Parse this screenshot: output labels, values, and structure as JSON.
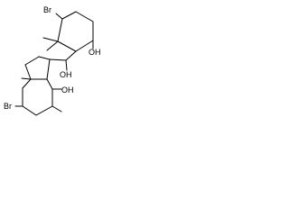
{
  "molecule": {
    "labels": {
      "br_top": "Br",
      "oh_ring": "OH",
      "oh_linker": "OH",
      "br_bottom": "Br",
      "oh_bottom": "OH"
    }
  }
}
